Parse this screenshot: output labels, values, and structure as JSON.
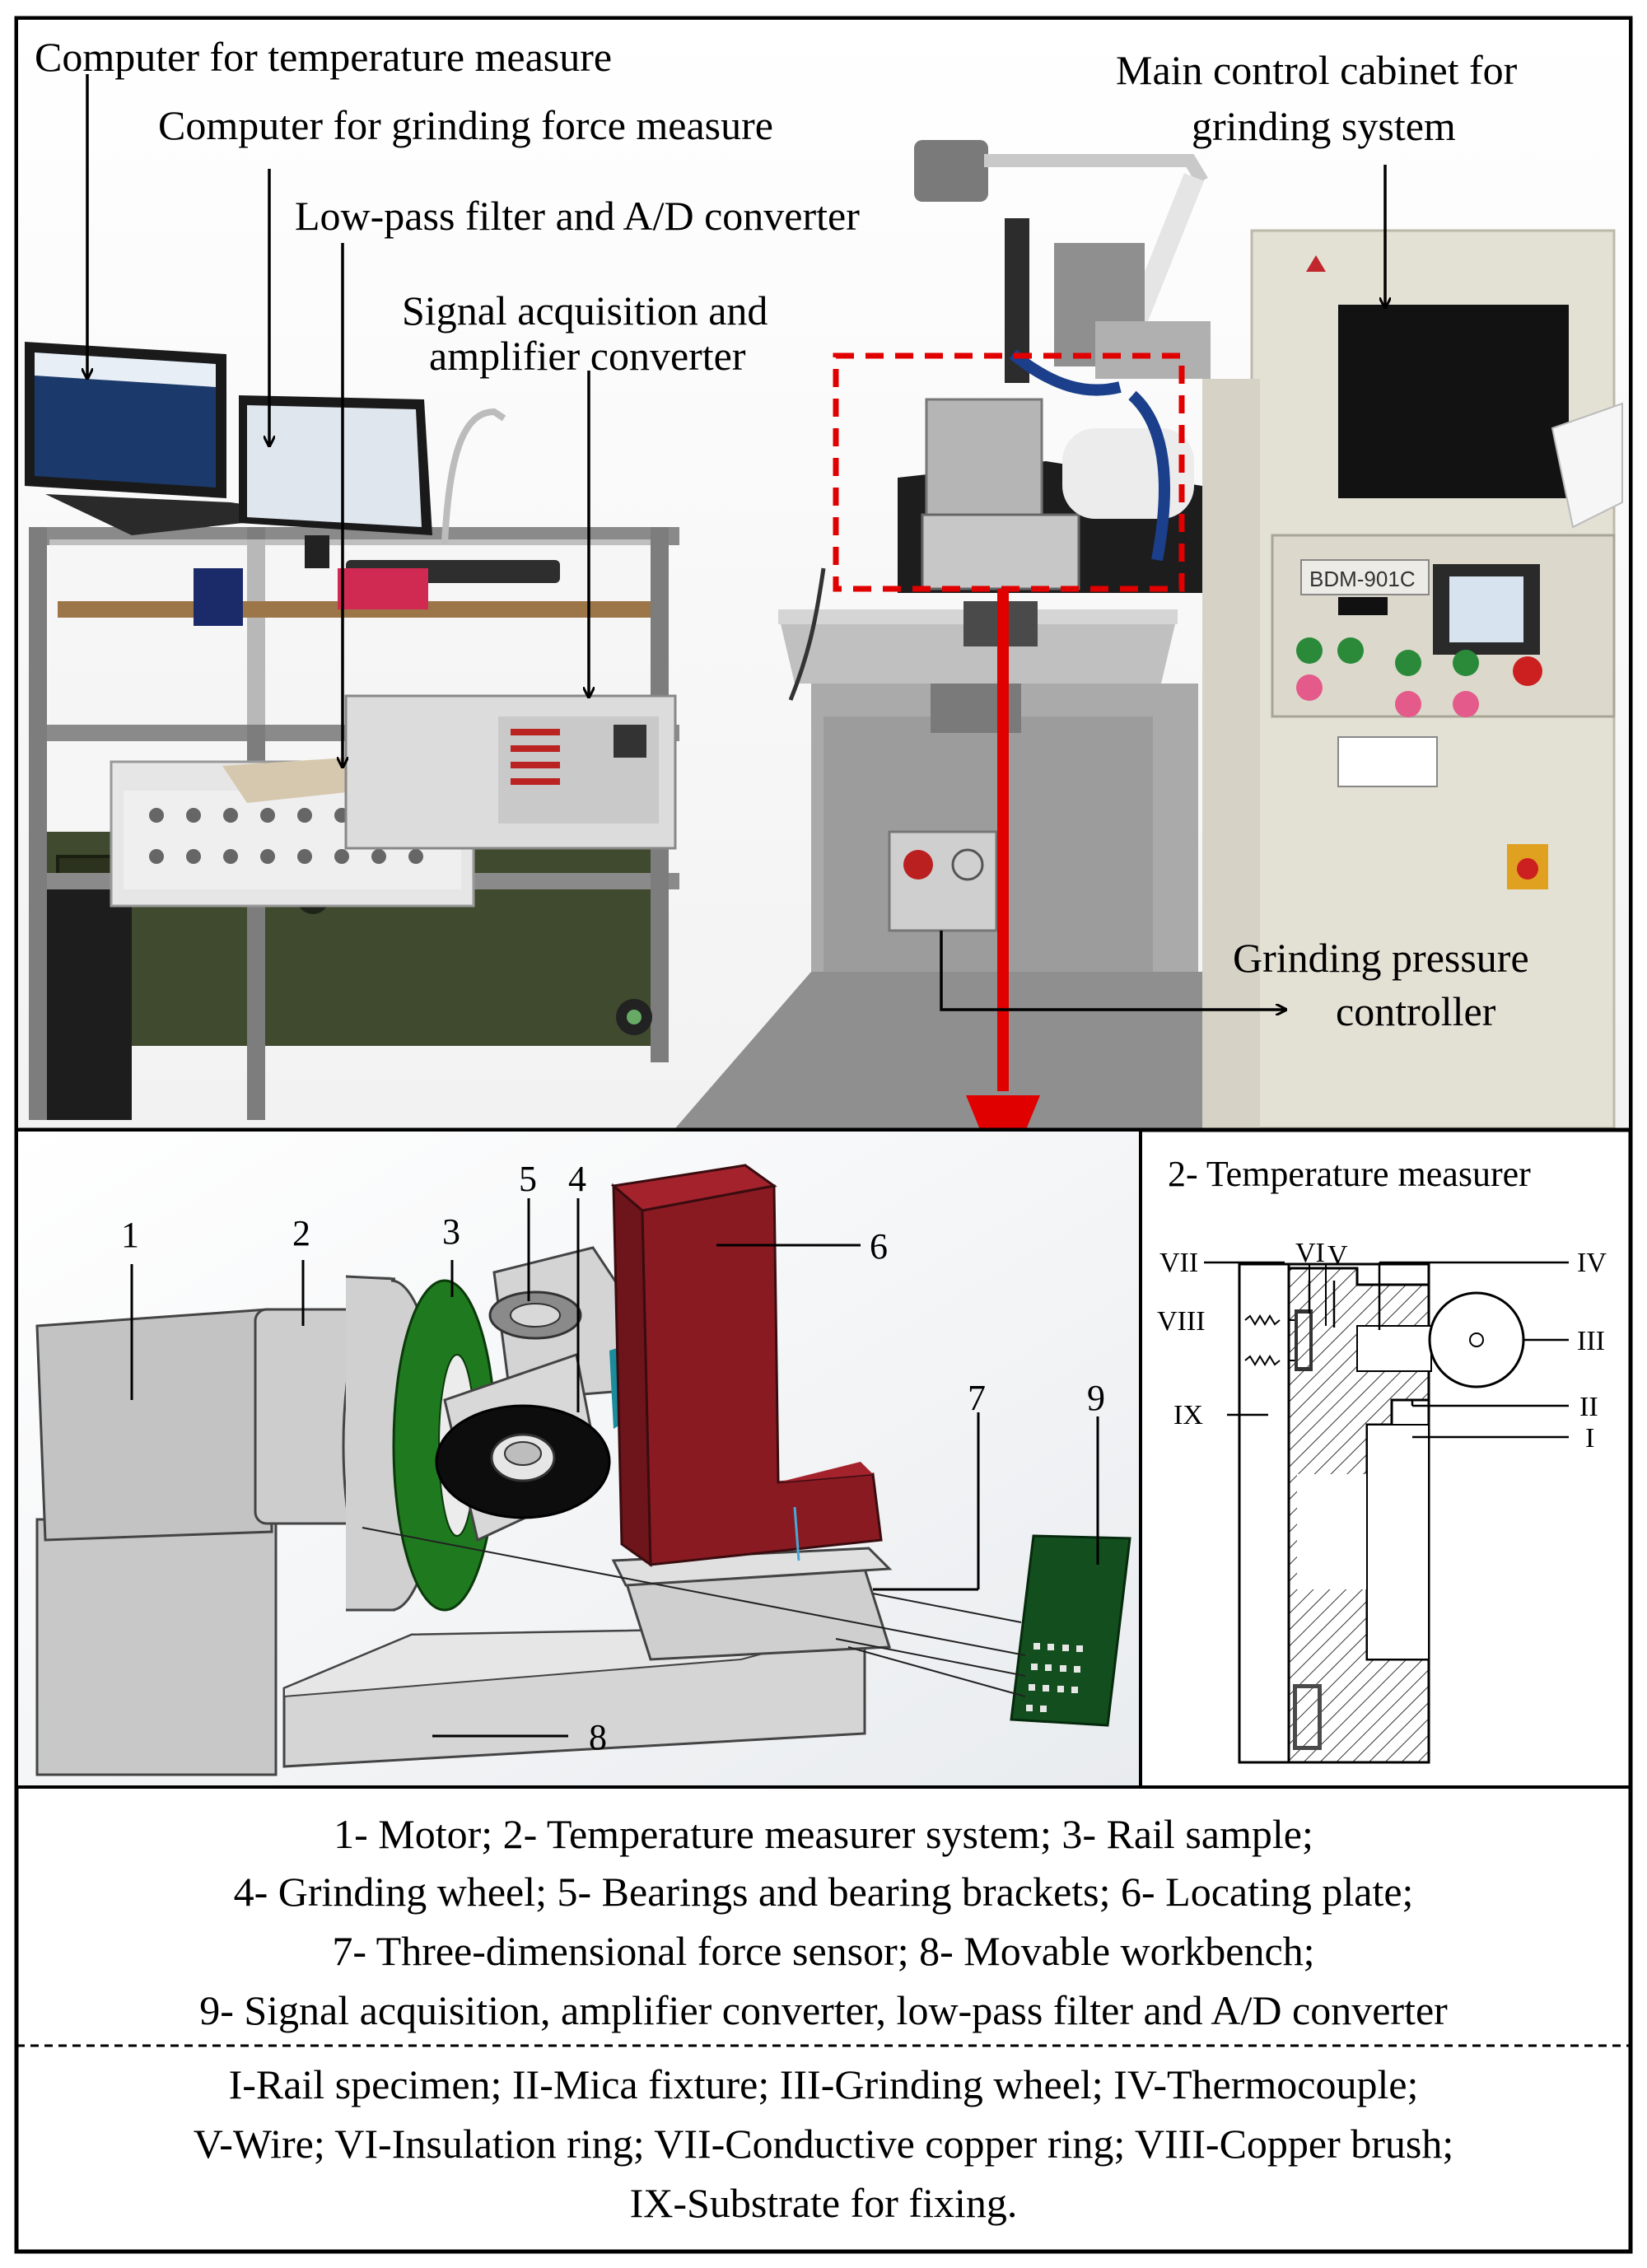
{
  "photo": {
    "labels": {
      "temp_computer": "Computer for temperature measure",
      "force_computer": "Computer for grinding force measure",
      "filter": "Low-pass filter and A/D converter",
      "signal_line1": "Signal acquisition and",
      "signal_line2": "amplifier converter",
      "cabinet_line1": "Main control cabinet for",
      "cabinet_line2": "grinding system",
      "pressure_line1": "Grinding pressure",
      "pressure_line2": "controller"
    },
    "machine_panel": {
      "model": "BDM-901C"
    }
  },
  "cad": {
    "numbers": [
      "1",
      "2",
      "3",
      "5",
      "4",
      "6",
      "7",
      "9",
      "8"
    ]
  },
  "temp_panel": {
    "title": "2- Temperature measurer",
    "roman": {
      "VII": "VII",
      "VI": "VI",
      "V": "V",
      "IV": "IV",
      "VIII": "VIII",
      "III": "III",
      "IX": "IX",
      "II": "II",
      "I": "I"
    }
  },
  "caption": {
    "line1": "1- Motor; 2- Temperature measurer system; 3- Rail sample;",
    "line2": "4- Grinding wheel; 5- Bearings and bearing brackets; 6- Locating plate;",
    "line3": "7- Three-dimensional force sensor; 8- Movable workbench;",
    "line4": "9- Signal acquisition, amplifier converter, low-pass filter and A/D converter",
    "line5": "I-Rail specimen; II-Mica fixture; III-Grinding wheel; IV-Thermocouple;",
    "line6": "V-Wire; VI-Insulation ring; VII-Conductive copper ring; VIII-Copper brush;",
    "line7": "IX-Substrate for fixing."
  },
  "colors": {
    "accent_red": "#e00000",
    "rail_green": "#1f7a1f",
    "plate_red": "#8a1a22",
    "metal_gray": "#cfcfcf"
  }
}
